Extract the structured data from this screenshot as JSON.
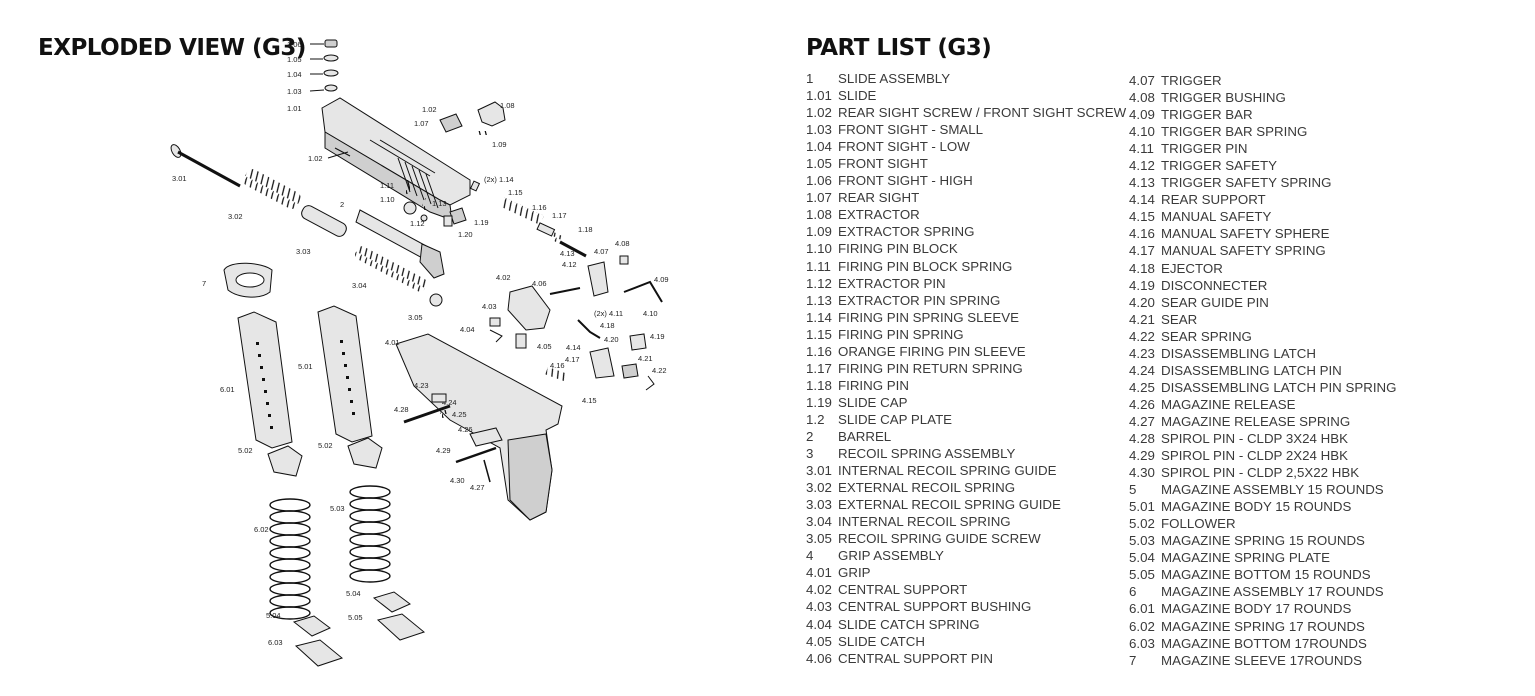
{
  "titles": {
    "exploded_view": "EXPLODED VIEW (G3)",
    "part_list": "PART LIST (G3)"
  },
  "callouts": {
    "c106": "1.06",
    "c105": "1.05",
    "c104": "1.04",
    "c103": "1.03",
    "c101": "1.01",
    "c102a": "1.02",
    "c102b": "1.02",
    "c107": "1.07",
    "c108": "1.08",
    "c109": "1.09",
    "c114": "(2x) 1.14",
    "c115": "1.15",
    "c116": "1.16",
    "c117": "1.17",
    "c118": "1.18",
    "c111": "1.11",
    "c110": "1.10",
    "c113": "1.13",
    "c112": "1.12",
    "c119": "1.19",
    "c120": "1.20",
    "c301": "3.01",
    "c302": "3.02",
    "c303": "3.03",
    "c2": "2",
    "c304": "3.04",
    "c305": "3.05",
    "c7": "7",
    "c601": "6.01",
    "c501": "5.01",
    "c401": "4.01",
    "c402": "4.02",
    "c403": "4.03",
    "c404": "4.04",
    "c405": "4.05",
    "c406": "4.06",
    "c407": "4.07",
    "c408": "4.08",
    "c409": "4.09",
    "c410": "4.10",
    "c411": "(2x) 4.11",
    "c412": "4.12",
    "c413": "4.13",
    "c414": "4.14",
    "c415": "4.15",
    "c416": "4.16",
    "c417": "4.17",
    "c418": "4.18",
    "c419": "4.19",
    "c420": "4.20",
    "c421": "4.21",
    "c422": "4.22",
    "c423": "4.23",
    "c424": "4.24",
    "c425": "4.25",
    "c426": "4.26",
    "c427": "4.27",
    "c428": "4.28",
    "c429": "4.29",
    "c430": "4.30",
    "c502a": "5.02",
    "c502b": "5.02",
    "c503": "5.03",
    "c602": "6.02",
    "c504a": "5.04",
    "c504b": "5.04",
    "c505": "5.05",
    "c603": "6.03"
  },
  "parts_col1": [
    {
      "num": "1",
      "name": "SLIDE ASSEMBLY"
    },
    {
      "num": "1.01",
      "name": "SLIDE"
    },
    {
      "num": "1.02",
      "name": "REAR SIGHT SCREW / FRONT SIGHT SCREW"
    },
    {
      "num": "1.03",
      "name": "FRONT SIGHT - SMALL"
    },
    {
      "num": "1.04",
      "name": "FRONT SIGHT - LOW"
    },
    {
      "num": "1.05",
      "name": "FRONT SIGHT"
    },
    {
      "num": "1.06",
      "name": "FRONT SIGHT - HIGH"
    },
    {
      "num": "1.07",
      "name": "REAR SIGHT"
    },
    {
      "num": "1.08",
      "name": "EXTRACTOR"
    },
    {
      "num": "1.09",
      "name": "EXTRACTOR SPRING"
    },
    {
      "num": "1.10",
      "name": "FIRING PIN BLOCK"
    },
    {
      "num": "1.11",
      "name": "FIRING PIN BLOCK SPRING"
    },
    {
      "num": "1.12",
      "name": "EXTRACTOR PIN"
    },
    {
      "num": "1.13",
      "name": "EXTRACTOR PIN SPRING"
    },
    {
      "num": "1.14",
      "name": "FIRING PIN SPRING SLEEVE"
    },
    {
      "num": "1.15",
      "name": "FIRING PIN SPRING"
    },
    {
      "num": "1.16",
      "name": "ORANGE FIRING PIN SLEEVE"
    },
    {
      "num": "1.17",
      "name": "FIRING PIN RETURN SPRING"
    },
    {
      "num": "1.18",
      "name": "FIRING PIN"
    },
    {
      "num": "1.19",
      "name": "SLIDE CAP"
    },
    {
      "num": "1.2",
      "name": "SLIDE CAP PLATE"
    },
    {
      "num": "2",
      "name": "BARREL"
    },
    {
      "num": "3",
      "name": "RECOIL SPRING ASSEMBLY"
    },
    {
      "num": "3.01",
      "name": "INTERNAL RECOIL SPRING GUIDE"
    },
    {
      "num": "3.02",
      "name": "EXTERNAL RECOIL SPRING"
    },
    {
      "num": "3.03",
      "name": "EXTERNAL RECOIL SPRING GUIDE"
    },
    {
      "num": "3.04",
      "name": "INTERNAL RECOIL SPRING"
    },
    {
      "num": "3.05",
      "name": "RECOIL SPRING GUIDE SCREW"
    },
    {
      "num": "4",
      "name": "GRIP ASSEMBLY"
    },
    {
      "num": "4.01",
      "name": "GRIP"
    },
    {
      "num": "4.02",
      "name": "CENTRAL SUPPORT"
    },
    {
      "num": "4.03",
      "name": "CENTRAL SUPPORT BUSHING"
    },
    {
      "num": "4.04",
      "name": "SLIDE CATCH SPRING"
    },
    {
      "num": "4.05",
      "name": "SLIDE CATCH"
    },
    {
      "num": "4.06",
      "name": "CENTRAL SUPPORT PIN"
    }
  ],
  "parts_col2": [
    {
      "num": "4.07",
      "name": "TRIGGER"
    },
    {
      "num": "4.08",
      "name": "TRIGGER BUSHING"
    },
    {
      "num": "4.09",
      "name": "TRIGGER BAR"
    },
    {
      "num": "4.10",
      "name": "TRIGGER BAR SPRING"
    },
    {
      "num": "4.11",
      "name": "TRIGGER PIN"
    },
    {
      "num": "4.12",
      "name": "TRIGGER SAFETY"
    },
    {
      "num": "4.13",
      "name": "TRIGGER SAFETY SPRING"
    },
    {
      "num": "4.14",
      "name": "REAR SUPPORT"
    },
    {
      "num": "4.15",
      "name": "MANUAL SAFETY"
    },
    {
      "num": "4.16",
      "name": "MANUAL SAFETY SPHERE"
    },
    {
      "num": "4.17",
      "name": "MANUAL SAFETY SPRING"
    },
    {
      "num": "4.18",
      "name": "EJECTOR"
    },
    {
      "num": "4.19",
      "name": "DISCONNECTER"
    },
    {
      "num": "4.20",
      "name": "SEAR GUIDE PIN"
    },
    {
      "num": "4.21",
      "name": "SEAR"
    },
    {
      "num": "4.22",
      "name": "SEAR SPRING"
    },
    {
      "num": "4.23",
      "name": "DISASSEMBLING LATCH"
    },
    {
      "num": "4.24",
      "name": "DISASSEMBLING LATCH PIN"
    },
    {
      "num": "4.25",
      "name": "DISASSEMBLING LATCH PIN SPRING"
    },
    {
      "num": "4.26",
      "name": "MAGAZINE RELEASE"
    },
    {
      "num": "4.27",
      "name": "MAGAZINE RELEASE SPRING"
    },
    {
      "num": "4.28",
      "name": "SPIROL PIN - CLDP 3X24 HBK"
    },
    {
      "num": "4.29",
      "name": "SPIROL PIN - CLDP 2X24 HBK"
    },
    {
      "num": "4.30",
      "name": "SPIROL PIN - CLDP 2,5X22 HBK"
    },
    {
      "num": "5",
      "name": "MAGAZINE ASSEMBLY 15 ROUNDS"
    },
    {
      "num": "5.01",
      "name": "MAGAZINE BODY 15 ROUNDS"
    },
    {
      "num": "5.02",
      "name": "FOLLOWER"
    },
    {
      "num": "5.03",
      "name": "MAGAZINE SPRING 15 ROUNDS"
    },
    {
      "num": "5.04",
      "name": "MAGAZINE SPRING PLATE"
    },
    {
      "num": "5.05",
      "name": "MAGAZINE BOTTOM 15 ROUNDS"
    },
    {
      "num": "6",
      "name": "MAGAZINE ASSEMBLY 17 ROUNDS"
    },
    {
      "num": "6.01",
      "name": "MAGAZINE BODY 17 ROUNDS"
    },
    {
      "num": "6.02",
      "name": "MAGAZINE SPRING 17 ROUNDS"
    },
    {
      "num": "6.03",
      "name": "MAGAZINE BOTTOM 17ROUNDS"
    },
    {
      "num": "7",
      "name": "MAGAZINE SLEEVE 17ROUNDS"
    }
  ]
}
